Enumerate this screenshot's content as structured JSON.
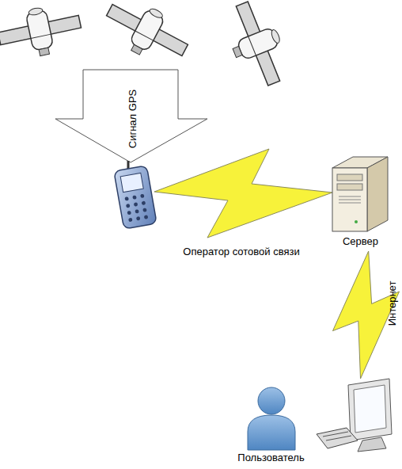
{
  "diagram": {
    "nodes": [
      {
        "text": [
          "Сервер"
        ]
      },
      {
        "text": [
          "Пользователь"
        ]
      }
    ],
    "edges": [
      {
        "from": 0,
        "to": 1,
        "arrow": "none",
        "label": "Интернет"
      }
    ],
    "labels": [
      "Сигнал GPS",
      "Оператор сотовой связи"
    ]
  }
}
